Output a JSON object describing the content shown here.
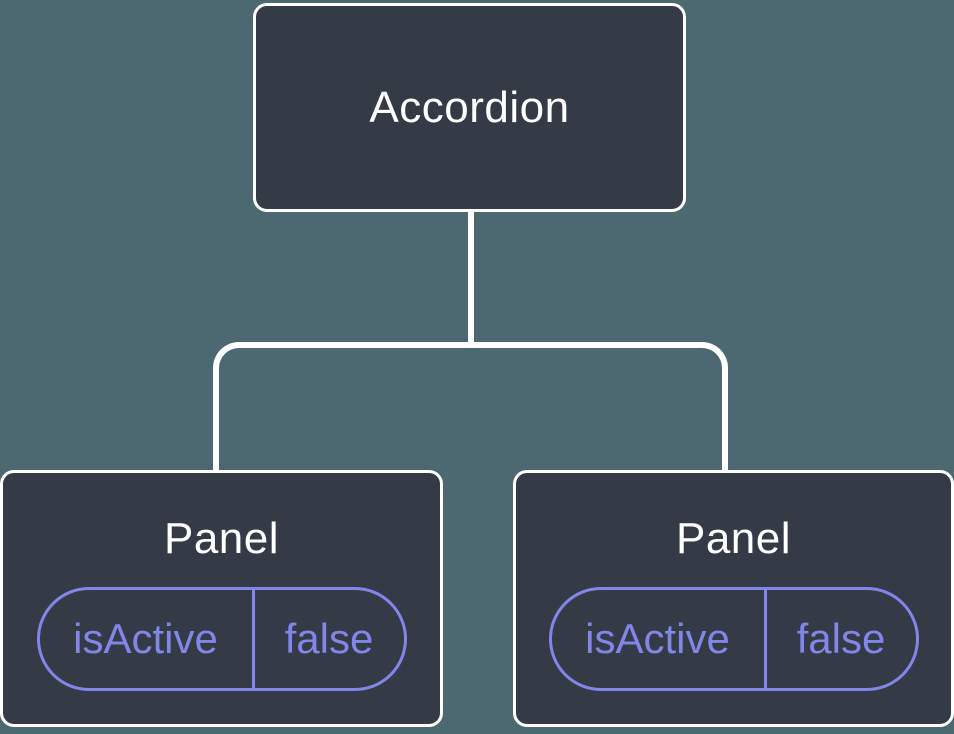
{
  "diagram": {
    "root": {
      "label": "Accordion"
    },
    "children": [
      {
        "label": "Panel",
        "state": {
          "name": "isActive",
          "value": "false"
        }
      },
      {
        "label": "Panel",
        "state": {
          "name": "isActive",
          "value": "false"
        }
      }
    ]
  },
  "colors": {
    "background": "#4c6870",
    "node_fill": "#343b46",
    "node_border": "#ffffff",
    "node_label": "#ffffff",
    "connector": "#ffffff",
    "state_accent": "#8186e8"
  }
}
